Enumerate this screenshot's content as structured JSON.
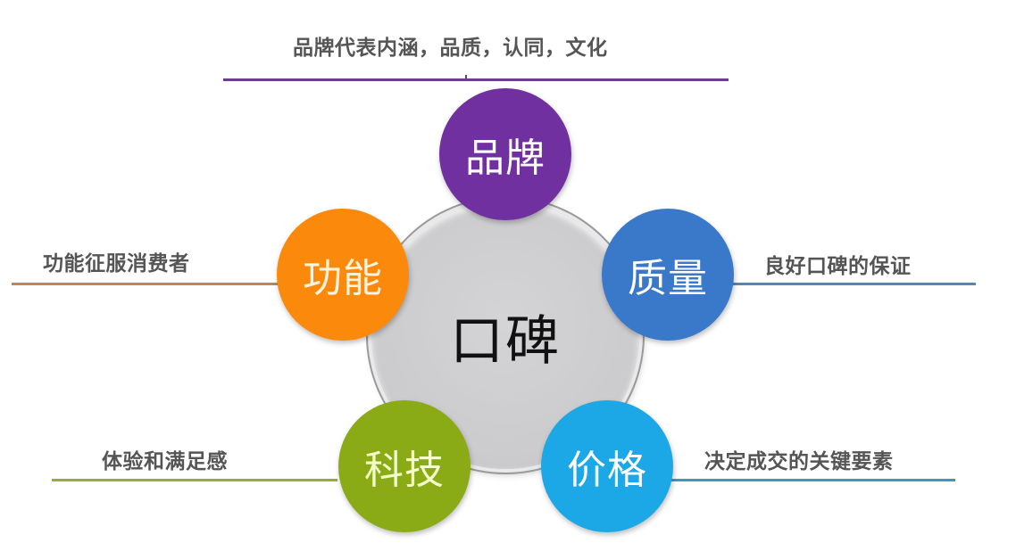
{
  "diagram": {
    "center": {
      "label": "口碑",
      "color": "#cbcbcd"
    },
    "nodes": [
      {
        "id": "brand",
        "label": "品牌",
        "color": "#7030a0",
        "text_color": "#ffffff",
        "description": "品牌代表内涵，品质，认同，文化",
        "line_color": "#6a3d8f"
      },
      {
        "id": "quality",
        "label": "质量",
        "color": "#3a78c9",
        "text_color": "#ffffff",
        "description": "良好口碑的保证",
        "line_color": "#5a86ac"
      },
      {
        "id": "price",
        "label": "价格",
        "color": "#1ca8e6",
        "text_color": "#ffffff",
        "description": "决定成交的关键要素",
        "line_color": "#3a9bb8"
      },
      {
        "id": "technology",
        "label": "科技",
        "color": "#8aab16",
        "text_color": "#f5ffcc",
        "description": "体验和满足感",
        "line_color": "#95ad3a"
      },
      {
        "id": "function",
        "label": "功能",
        "color": "#fb8a0c",
        "text_color": "#fff3dd",
        "description": "功能征服消费者",
        "line_color": "#b88a58"
      }
    ]
  }
}
